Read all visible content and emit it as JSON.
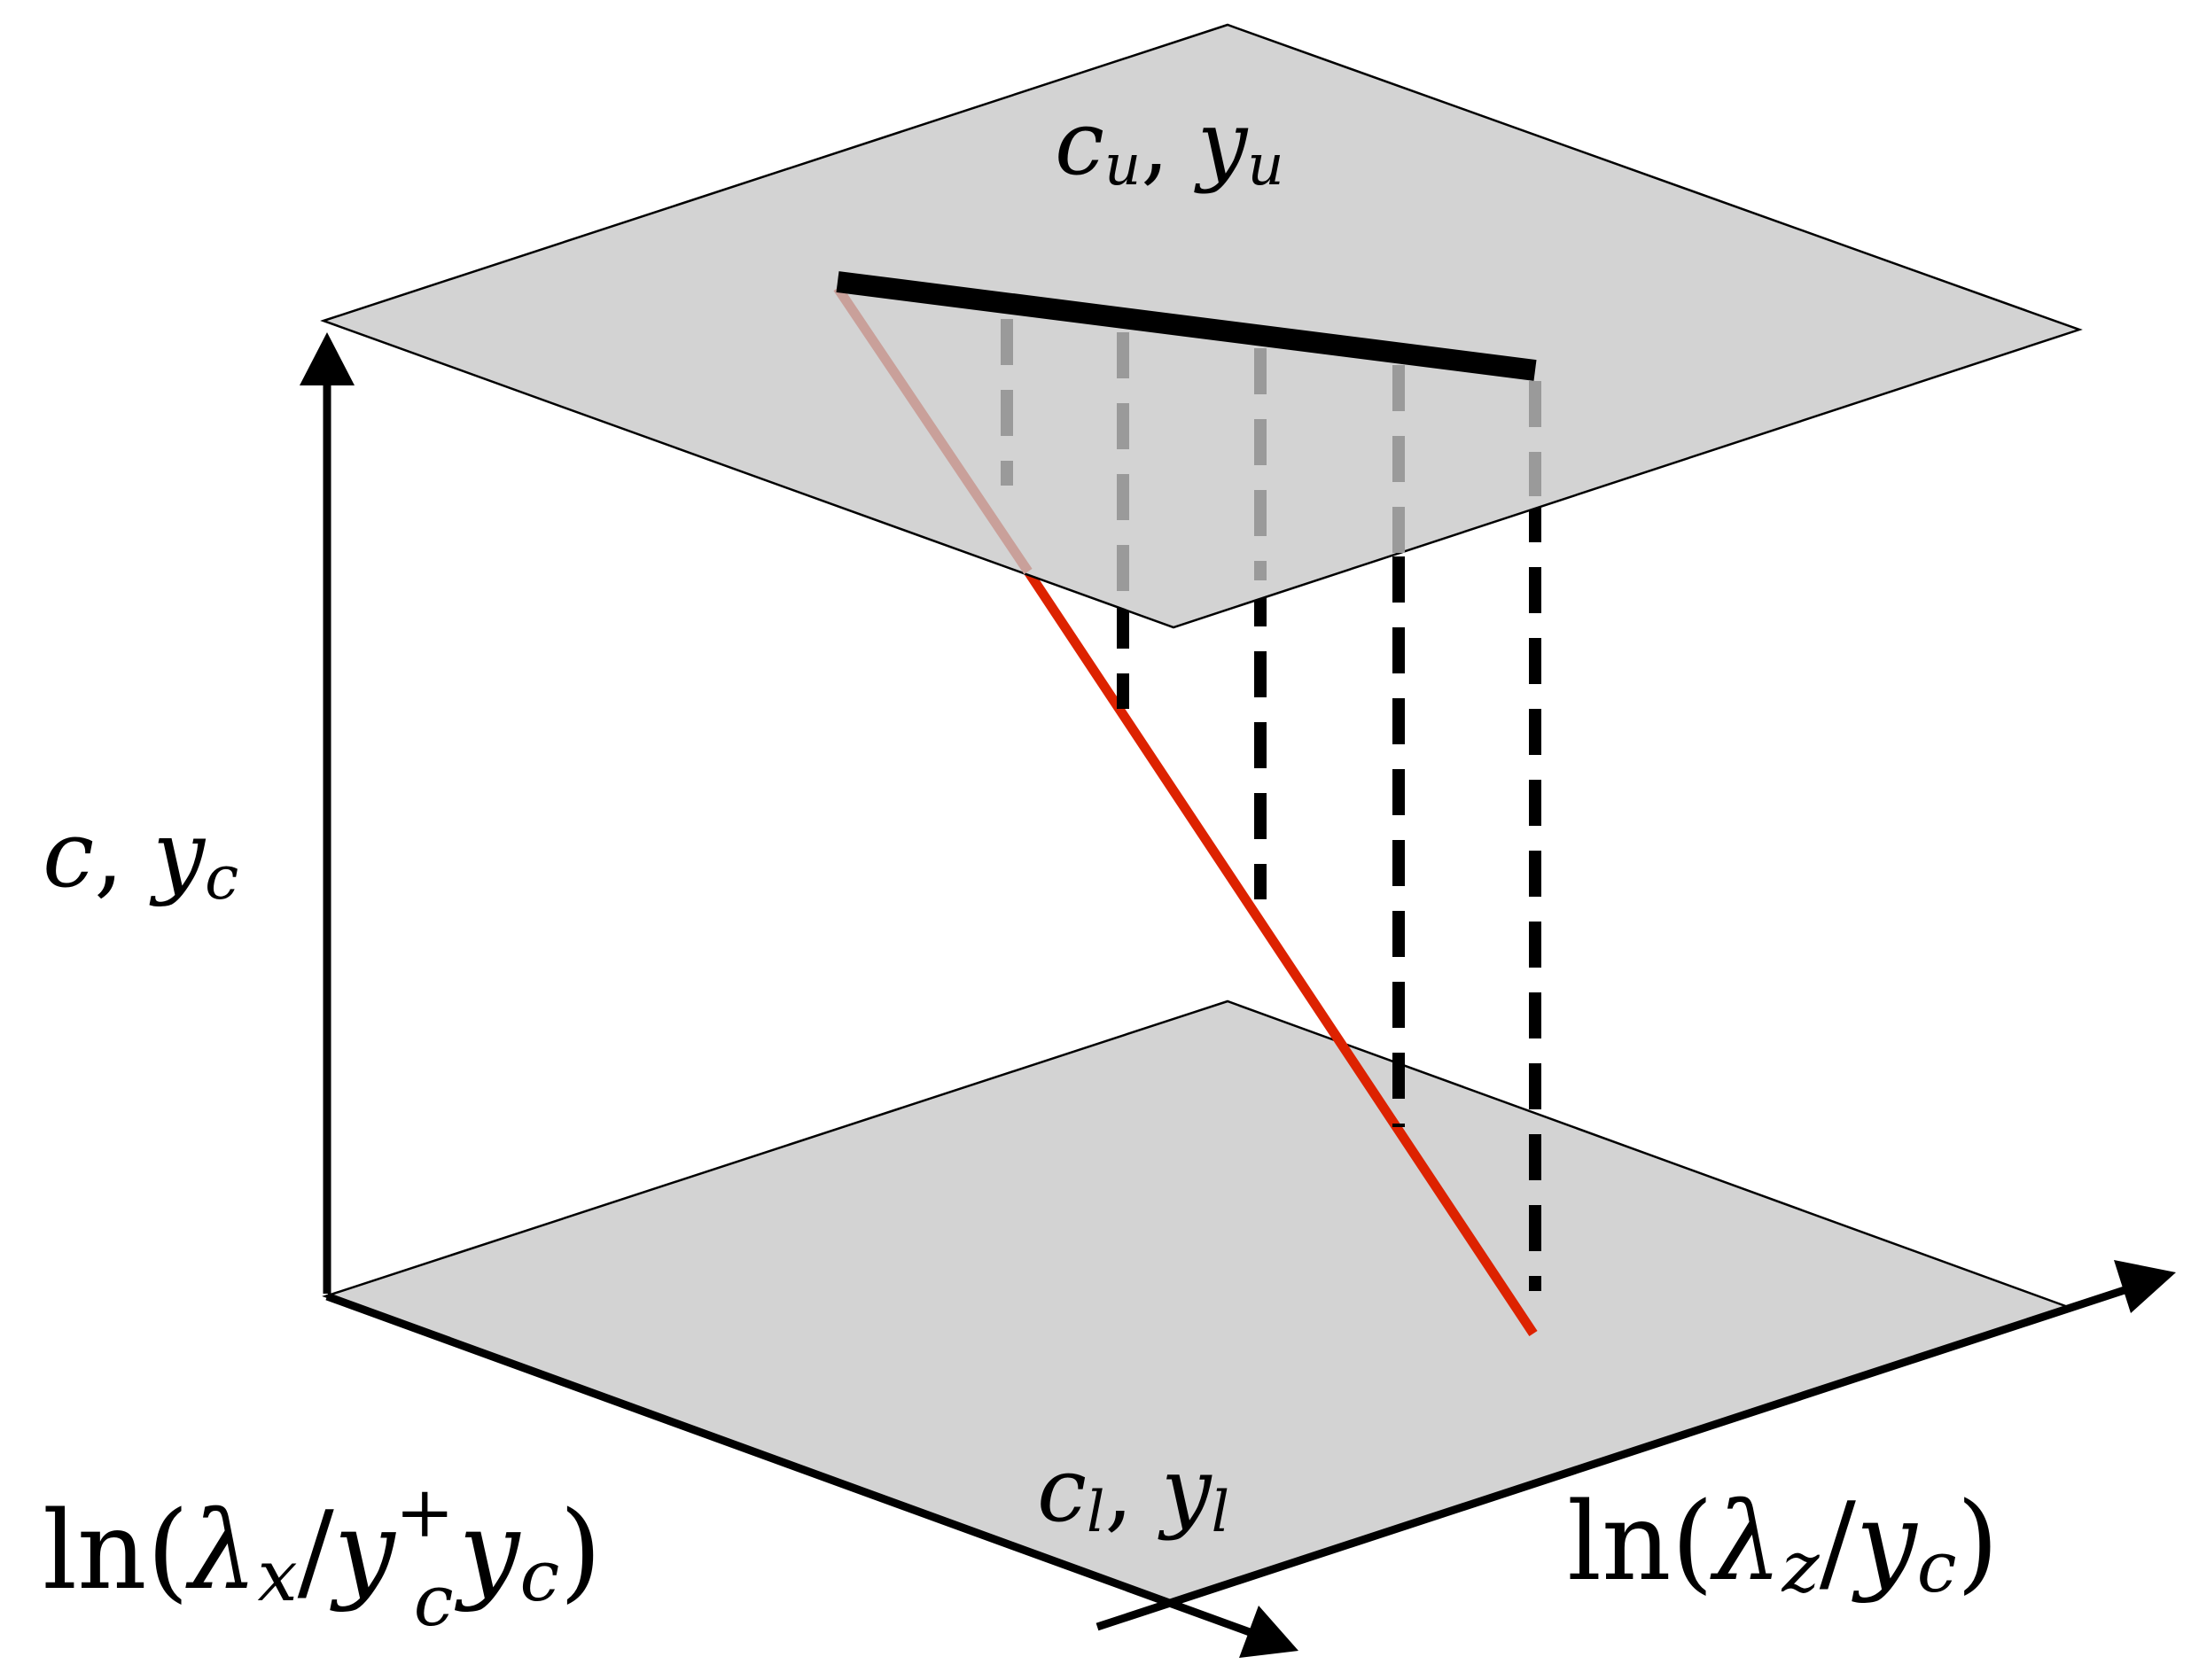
{
  "labels": {
    "vertical_axis": {
      "v1": "c",
      "sep": ", ",
      "v2": "y",
      "sub": "c"
    },
    "upper_plane": {
      "v1": "c",
      "sub1": "u",
      "sep": ", ",
      "v2": "y",
      "sub2": "u"
    },
    "lower_plane": {
      "v1": "c",
      "sub1": "l",
      "sep": ", ",
      "v2": "y",
      "sub2": "l"
    },
    "x_axis": {
      "fn": "ln(",
      "lam": "λ",
      "lamsub": "x",
      "slash": "/",
      "y1": "y",
      "sup": "+",
      "sub1": "c",
      "y2": "y",
      "sub2": "c",
      "close": ")"
    },
    "z_axis": {
      "fn": "ln(",
      "lam": "λ",
      "lamsub": "z",
      "slash": "/",
      "y1": "y",
      "sub1": "c",
      "close": ")"
    }
  },
  "colors": {
    "plane_fill": "#d3d3d3",
    "red_line": "#dd2200",
    "faded_red": "#c9a09a",
    "hidden_dashes": "#9a9a9a",
    "axes": "#000000"
  }
}
